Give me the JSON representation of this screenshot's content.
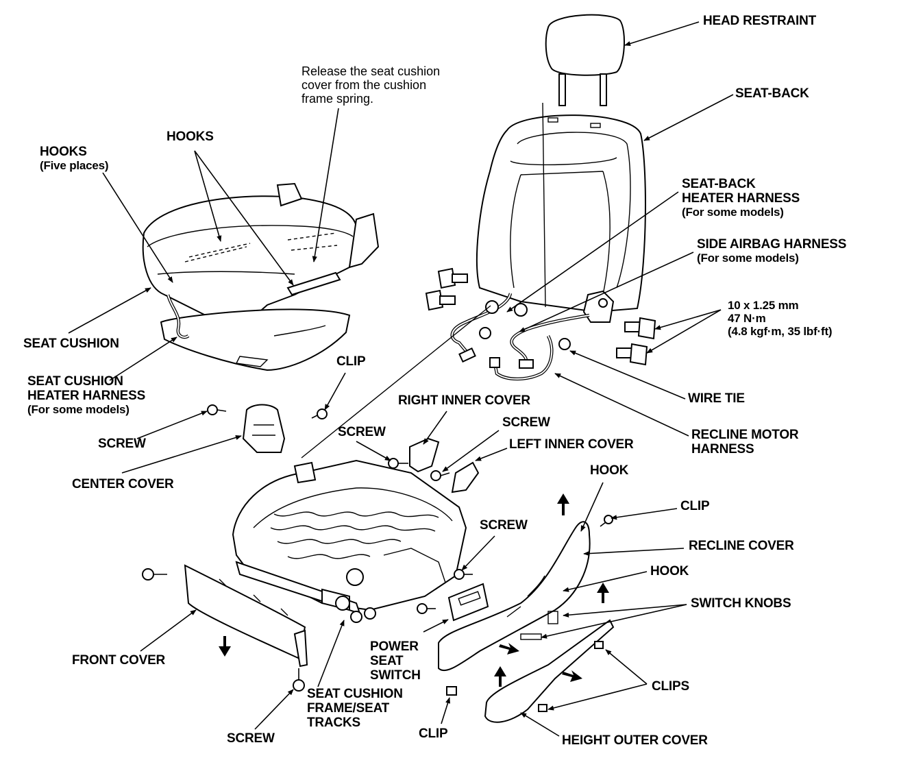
{
  "labels": {
    "head_restraint": "HEAD RESTRAINT",
    "seat_back": "SEAT-BACK",
    "release_note_1": "Release the seat cushion",
    "release_note_2": "cover from the cushion",
    "release_note_3": "frame spring.",
    "hooks_five": "HOOKS",
    "hooks_five_sub": "(Five places)",
    "hooks": "HOOKS",
    "seat_back_heater_1": "SEAT-BACK",
    "seat_back_heater_2": "HEATER HARNESS",
    "seat_back_heater_sub": "(For some models)",
    "side_airbag": "SIDE AIRBAG HARNESS",
    "side_airbag_sub": "(For some models)",
    "bolt_spec_1": "10 x 1.25 mm",
    "bolt_spec_2": "47 N·m",
    "bolt_spec_3": "(4.8 kgf·m, 35 lbf·ft)",
    "seat_cushion": "SEAT CUSHION",
    "seat_cushion_heater_1": "SEAT CUSHION",
    "seat_cushion_heater_2": "HEATER HARNESS",
    "seat_cushion_heater_sub": "(For some models)",
    "clip_top": "CLIP",
    "wire_tie": "WIRE TIE",
    "right_inner_cover": "RIGHT INNER COVER",
    "screw_left": "SCREW",
    "screw_mid": "SCREW",
    "screw_right": "SCREW",
    "left_inner_cover": "LEFT INNER COVER",
    "recline_motor_1": "RECLINE MOTOR",
    "recline_motor_2": "HARNESS",
    "center_cover": "CENTER COVER",
    "hook_top": "HOOK",
    "clip_right": "CLIP",
    "screw_power": "SCREW",
    "recline_cover": "RECLINE COVER",
    "hook_mid": "HOOK",
    "switch_knobs": "SWITCH KNOBS",
    "front_cover": "FRONT COVER",
    "power_seat_1": "POWER",
    "power_seat_2": "SEAT",
    "power_seat_3": "SWITCH",
    "clips": "CLIPS",
    "seat_cushion_frame_1": "SEAT CUSHION",
    "seat_cushion_frame_2": "FRAME/SEAT",
    "seat_cushion_frame_3": "TRACKS",
    "screw_bottom": "SCREW",
    "clip_bottom": "CLIP",
    "height_outer_cover": "HEIGHT OUTER COVER"
  }
}
